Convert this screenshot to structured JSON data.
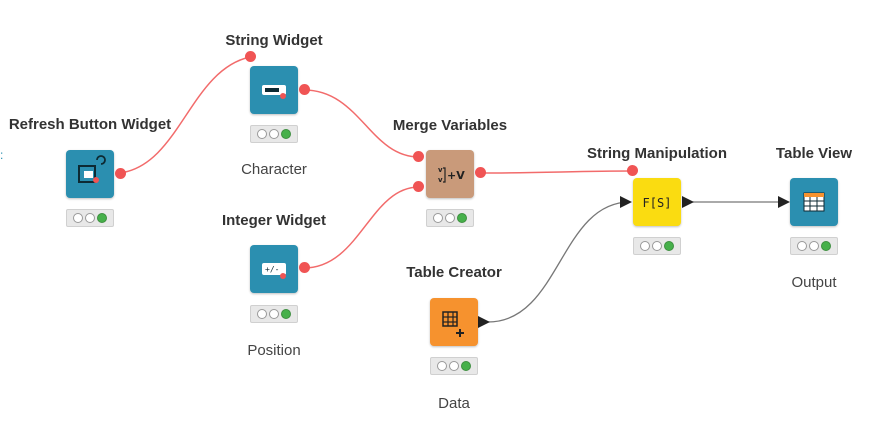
{
  "nodes": {
    "refresh": {
      "title": "Refresh Button Widget",
      "label": ""
    },
    "string_widget": {
      "title": "String Widget",
      "label": "Character"
    },
    "integer_widget": {
      "title": "Integer Widget",
      "label": "Position"
    },
    "merge": {
      "title": "Merge Variables",
      "label": "",
      "icon_text": "+V"
    },
    "table_creator": {
      "title": "Table Creator",
      "label": "Data"
    },
    "string_manip": {
      "title": "String Manipulation",
      "label": "",
      "icon_text": "F[S]"
    },
    "table_view": {
      "title": "Table View",
      "label": "Output"
    }
  },
  "colors": {
    "widget": "#2b8fb0",
    "merge": "#c99a7a",
    "manipulator": "#fadc11",
    "source": "#f6922e",
    "flow_variable_port": "#f05454",
    "data_connection": "#666666",
    "status_ok": "#46b04a"
  },
  "icons": {
    "refresh": "refresh-button-icon",
    "string_widget": "text-field-icon",
    "integer_widget": "number-field-icon",
    "merge": "merge-variables-icon",
    "table_creator": "table-add-icon",
    "string_manip": "string-function-icon",
    "table_view": "table-icon"
  }
}
